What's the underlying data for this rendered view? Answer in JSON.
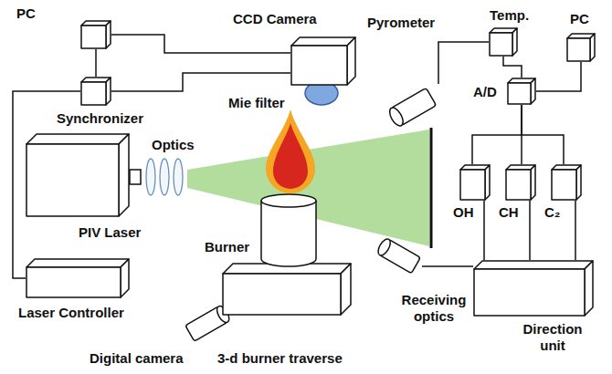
{
  "diagram": {
    "nodes": [
      {
        "text": [
          "PC"
        ]
      },
      {
        "text": [
          "CCD Camera"
        ]
      },
      {
        "text": [
          "Pyrometer"
        ]
      },
      {
        "text": [
          "Temp."
        ]
      },
      {
        "text": [
          "PC"
        ]
      },
      {
        "text": [
          "Synchronizer"
        ]
      },
      {
        "text": [
          "A/D"
        ]
      },
      {
        "text": [
          "PIV Laser"
        ]
      },
      {
        "text": [
          "OH"
        ]
      },
      {
        "text": [
          "CH"
        ]
      },
      {
        "text": [
          "C₂"
        ]
      },
      {
        "text": [
          "Burner"
        ]
      },
      {
        "text": [
          "Laser Controller"
        ]
      },
      {
        "text": [
          "Receiving optics"
        ]
      },
      {
        "text": [
          "Direction unit"
        ]
      },
      {
        "text": [
          "Digital camera"
        ]
      },
      {
        "text": [
          "3-d burner traverse"
        ]
      }
    ],
    "edges": [
      {
        "from": 0,
        "to": 5,
        "arrow": "none"
      },
      {
        "from": 0,
        "to": 1,
        "arrow": "none"
      },
      {
        "from": 5,
        "to": 1,
        "arrow": "none"
      },
      {
        "from": 5,
        "to": 12,
        "arrow": "none"
      },
      {
        "from": 2,
        "to": 3,
        "arrow": "none"
      },
      {
        "from": 3,
        "to": 6,
        "arrow": "none"
      },
      {
        "from": 4,
        "to": 6,
        "arrow": "none"
      },
      {
        "from": 6,
        "to": 8,
        "arrow": "none"
      },
      {
        "from": 6,
        "to": 9,
        "arrow": "none"
      },
      {
        "from": 6,
        "to": 10,
        "arrow": "none"
      },
      {
        "from": 8,
        "to": 14,
        "arrow": "none"
      },
      {
        "from": 9,
        "to": 14,
        "arrow": "none"
      },
      {
        "from": 10,
        "to": 14,
        "arrow": "none"
      },
      {
        "from": 13,
        "to": 14,
        "arrow": "none"
      }
    ],
    "labels": [
      "Optics",
      "Mie filter"
    ]
  }
}
